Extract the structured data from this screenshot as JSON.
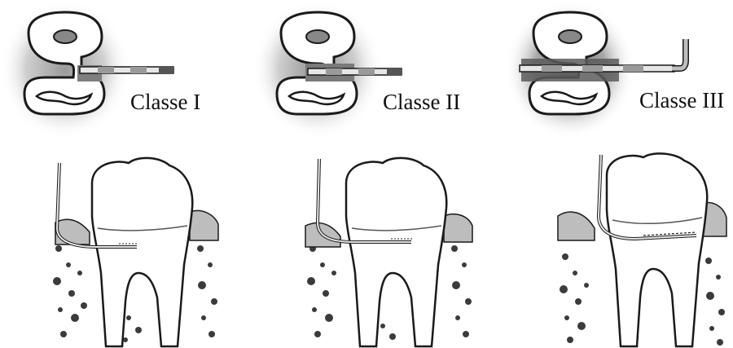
{
  "figure": {
    "classes": [
      {
        "id": "class-1",
        "label": "Classe I"
      },
      {
        "id": "class-2",
        "label": "Classe II"
      },
      {
        "id": "class-3",
        "label": "Classe III"
      }
    ]
  },
  "colors": {
    "outline": "#1a1a1a",
    "shadow_light": "#cfcfcf",
    "shadow_dark": "#8a8a8a",
    "probe_band": "#9a9a9a",
    "probe_light": "#e6e6e6"
  }
}
